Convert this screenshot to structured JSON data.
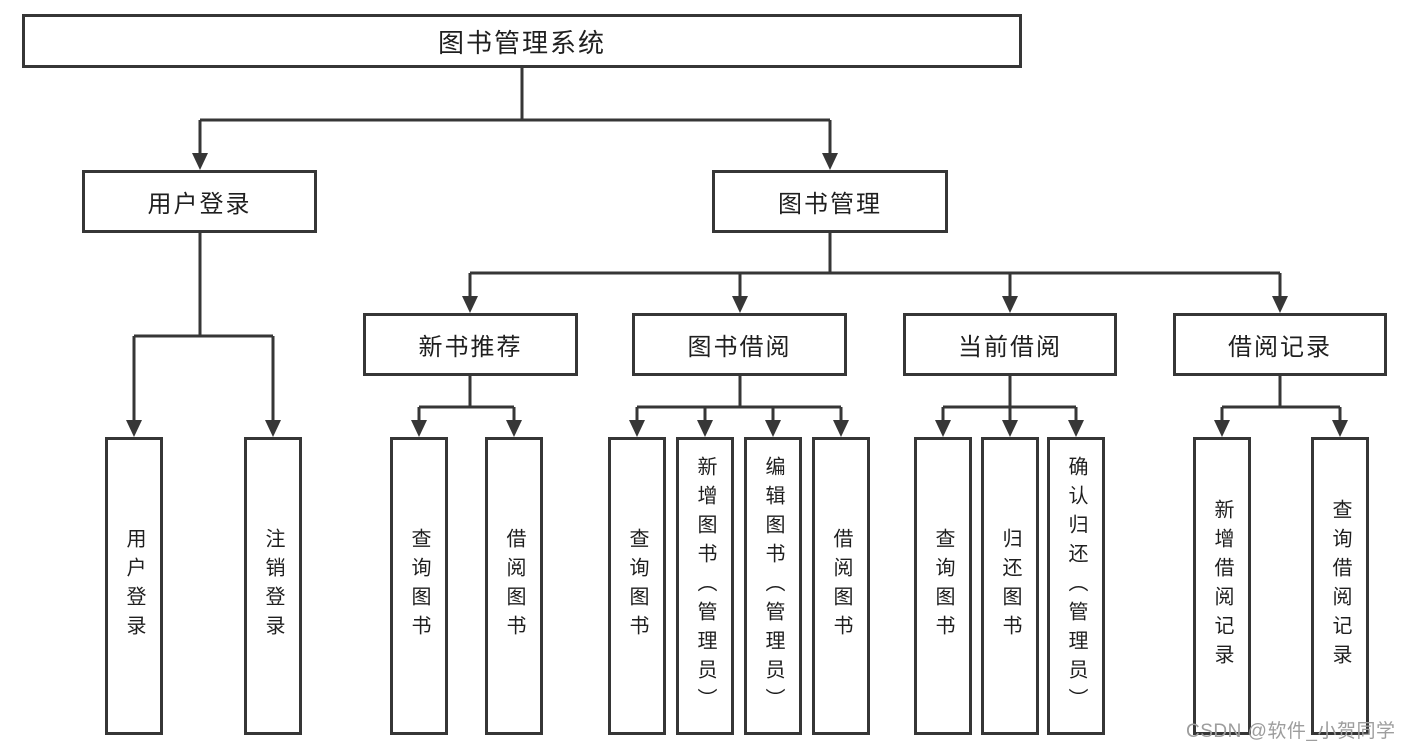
{
  "diagram": {
    "root": {
      "label": "图书管理系统",
      "children": [
        {
          "label": "用户登录",
          "children": [
            {
              "label": "用户登录"
            },
            {
              "label": "注销登录"
            }
          ]
        },
        {
          "label": "图书管理",
          "children": [
            {
              "label": "新书推荐",
              "children": [
                {
                  "label": "查询图书"
                },
                {
                  "label": "借阅图书"
                }
              ]
            },
            {
              "label": "图书借阅",
              "children": [
                {
                  "label": "查询图书"
                },
                {
                  "label": "新增图书（管理员）"
                },
                {
                  "label": "编辑图书（管理员）"
                },
                {
                  "label": "借阅图书"
                }
              ]
            },
            {
              "label": "当前借阅",
              "children": [
                {
                  "label": "查询图书"
                },
                {
                  "label": "归还图书"
                },
                {
                  "label": "确认归还（管理员）"
                }
              ]
            },
            {
              "label": "借阅记录",
              "children": [
                {
                  "label": "新增借阅记录"
                },
                {
                  "label": "查询借阅记录"
                }
              ]
            }
          ]
        }
      ]
    },
    "colors": {
      "line": "#363636",
      "text": "#1f1f1f",
      "background": "#ffffff",
      "watermark": "#9d9d9d"
    }
  },
  "watermark": {
    "text": "CSDN @软件_小贺同学"
  }
}
